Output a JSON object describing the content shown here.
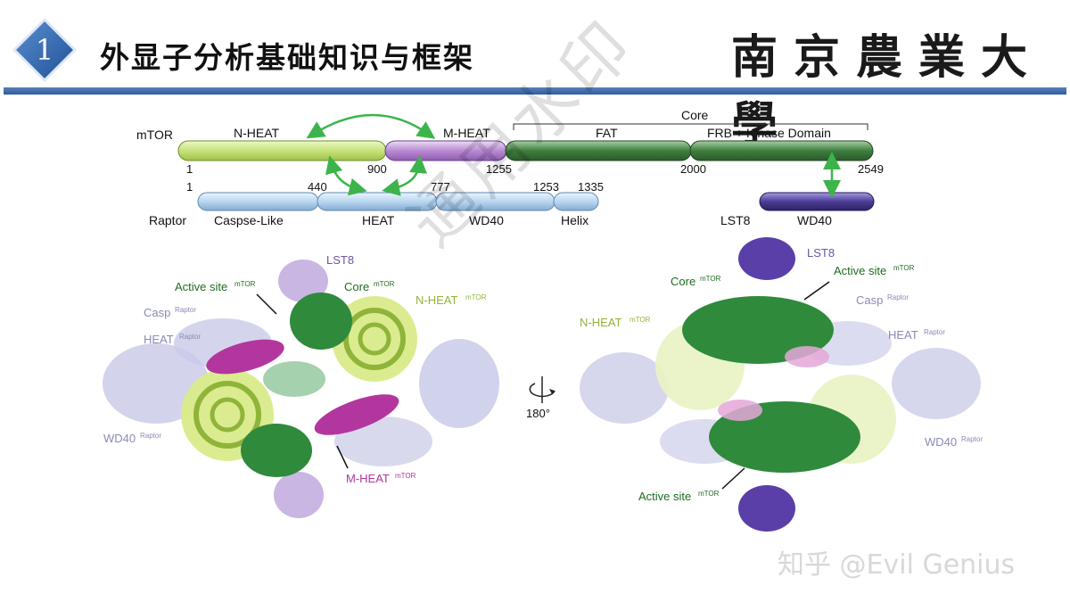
{
  "header": {
    "section_number": "1",
    "title": "外显子分析基础知识与框架",
    "logo_text": "南京農業大學"
  },
  "domain_map": {
    "mtor": {
      "label": "mTOR",
      "core_label": "Core",
      "domains": [
        "N-HEAT",
        "M-HEAT",
        "FAT",
        "FRB +  Kinase Domain"
      ],
      "positions": [
        "1",
        "900",
        "1255",
        "2000",
        "2549"
      ]
    },
    "raptor": {
      "label": "Raptor",
      "domains": [
        "Caspse-Like",
        "HEAT",
        "WD40",
        "Helix"
      ],
      "positions": [
        "1",
        "440",
        "777",
        "1253",
        "1335"
      ]
    },
    "lst8": {
      "label": "LST8",
      "domains": [
        "WD40"
      ]
    }
  },
  "structure_left": {
    "lst8": "LST8",
    "active_site": "Active site",
    "core": "Core",
    "n_heat": "N-HEAT",
    "casp": "Casp",
    "heat": "HEAT",
    "wd40": "WD40",
    "m_heat": "M-HEAT",
    "sup_mtor": "mTOR",
    "sup_raptor": "Raptor"
  },
  "rotation": {
    "label": "180°"
  },
  "structure_right": {
    "lst8": "LST8",
    "active_site_top": "Active site",
    "core": "Core",
    "n_heat": "N-HEAT",
    "casp": "Casp",
    "heat": "HEAT",
    "wd40": "WD40",
    "active_site_bottom": "Active site",
    "sup_mtor": "mTOR",
    "sup_raptor": "Raptor"
  },
  "watermark": "通用水印",
  "credit": "知乎 @Evil Genius",
  "colors": {
    "nheat": "#c6e27a",
    "mheat": "#b98ad3",
    "fat": "#3f7e3f",
    "raptor": "#b9d6f0",
    "lst8": "#4b3d96",
    "arrow": "#3cb44b",
    "rule": "#3a67a8"
  }
}
